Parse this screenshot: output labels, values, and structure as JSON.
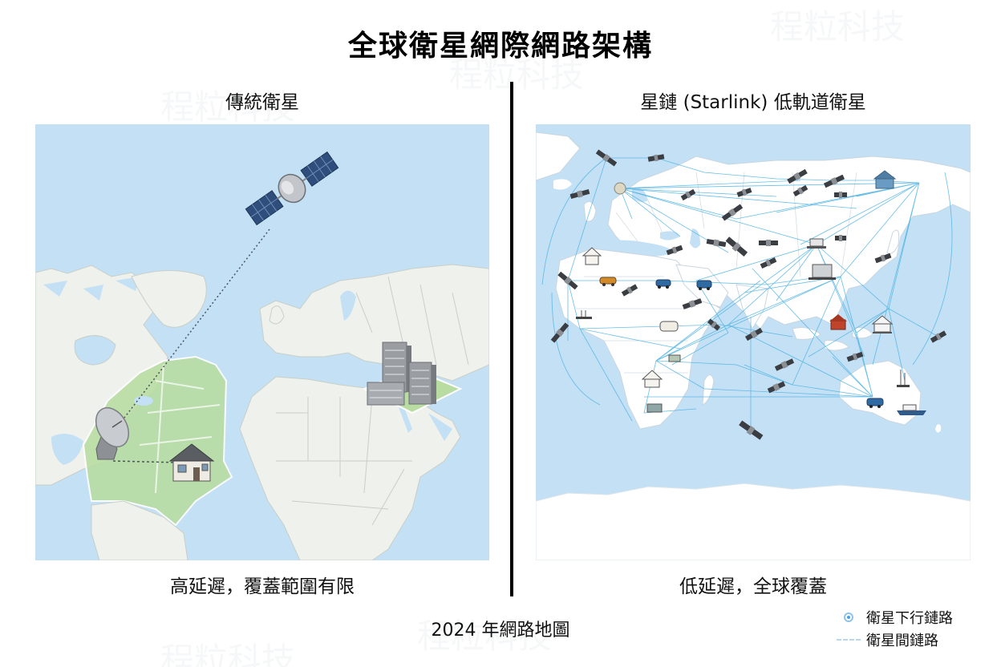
{
  "title": "全球衛星網際網路架構",
  "panels": {
    "left": {
      "heading": "傳統衛星",
      "caption": "高延遲，覆蓋範圍有限",
      "elements": [
        "geostationary-satellite",
        "ground-dish-antenna",
        "house",
        "city-buildings",
        "coverage-area"
      ]
    },
    "right": {
      "heading": "星鏈 (Starlink) 低軌道衛星",
      "caption": "低延遲，全球覆蓋",
      "elements": [
        "leo-satellites",
        "inter-satellite-links",
        "houses",
        "cars",
        "ship",
        "ground-stations"
      ]
    }
  },
  "footer": "2024 年網路地圖",
  "legend": {
    "items": [
      {
        "icon": "downlink-dot-icon",
        "label": "衛星下行鏈路"
      },
      {
        "icon": "dashed-line-icon",
        "label": "衛星間鏈路"
      }
    ]
  },
  "watermark": "程粒科技",
  "colors": {
    "ocean": "#c3e0f5",
    "land_left": "#eef1ec",
    "land_right": "#ffffff",
    "coverage_green": "#b9dca3",
    "link_blue": "#4fb3e3",
    "solar_panel": "#2f4e7c",
    "divider": "#000000"
  }
}
